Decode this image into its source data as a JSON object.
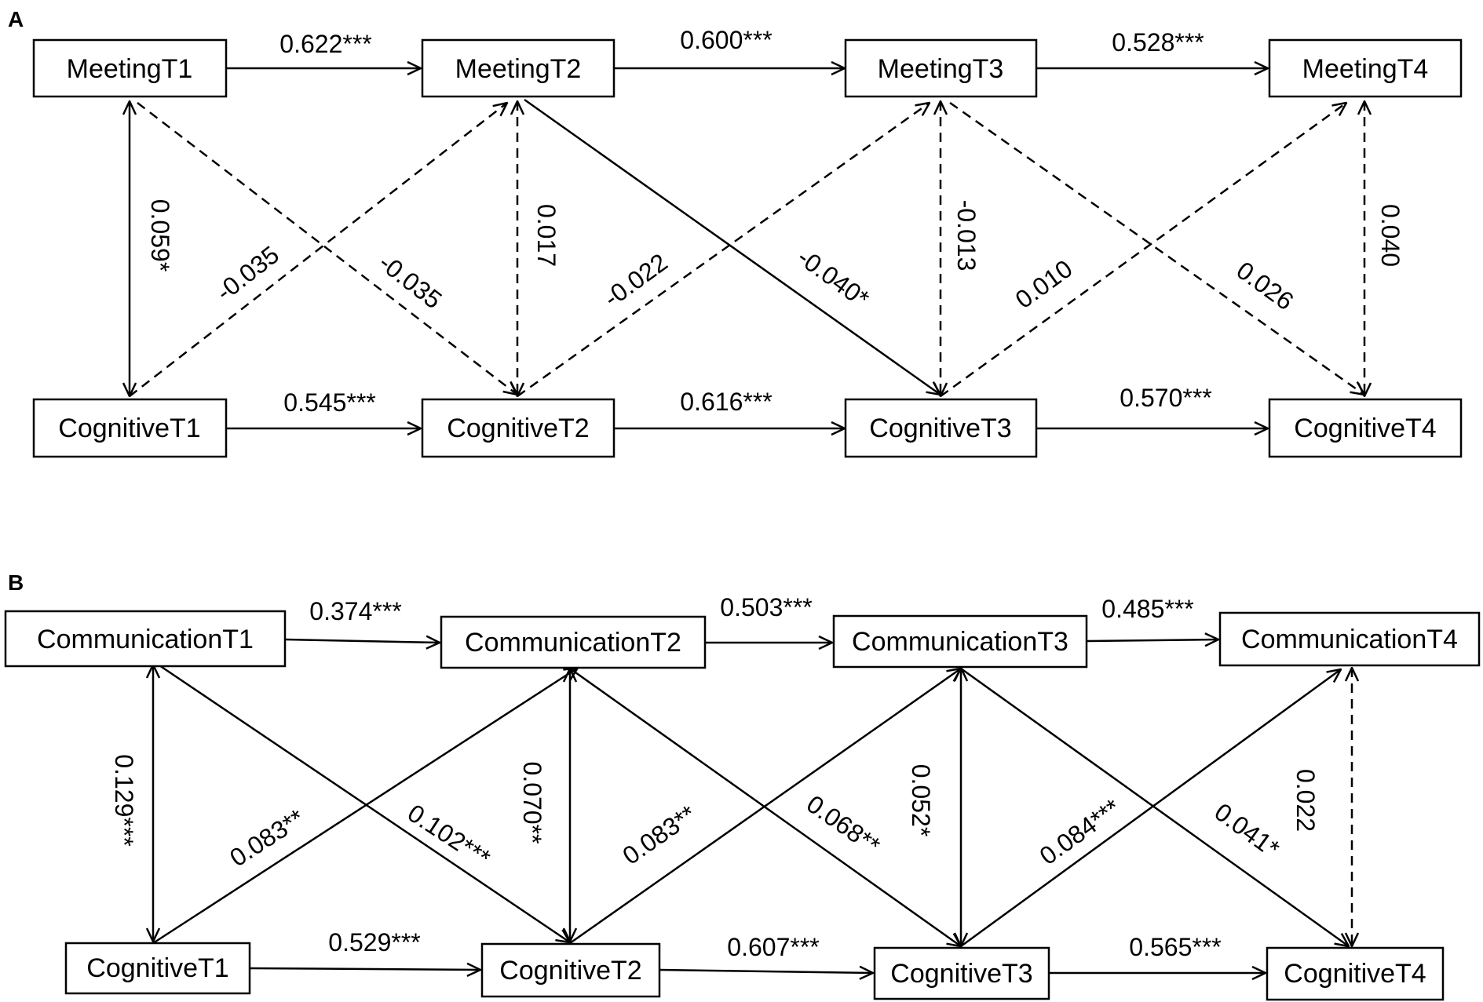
{
  "panels": {
    "a": {
      "label": "A",
      "nodes": {
        "m1": "MeetingT1",
        "m2": "MeetingT2",
        "m3": "MeetingT3",
        "m4": "MeetingT4",
        "c1": "CognitiveT1",
        "c2": "CognitiveT2",
        "c3": "CognitiveT3",
        "c4": "CognitiveT4"
      },
      "coefficients": {
        "m1_m2": "0.622***",
        "m2_m3": "0.600***",
        "m3_m4": "0.528***",
        "c1_c2": "0.545***",
        "c2_c3": "0.616***",
        "c3_c4": "0.570***",
        "m1_c1": "0.059*",
        "m2_c2": "0.017",
        "m3_c3": "-0.013",
        "m4_c4": "0.040",
        "c1_m2": "-0.035",
        "m1_c2": "-0.035",
        "c2_m3": "-0.022",
        "m2_c3": "-0.040*",
        "c3_m4": "0.010",
        "m3_c4": "0.026"
      }
    },
    "b": {
      "label": "B",
      "nodes": {
        "m1": "CommunicationT1",
        "m2": "CommunicationT2",
        "m3": "CommunicationT3",
        "m4": "CommunicationT4",
        "c1": "CognitiveT1",
        "c2": "CognitiveT2",
        "c3": "CognitiveT3",
        "c4": "CognitiveT4"
      },
      "coefficients": {
        "m1_m2": "0.374***",
        "m2_m3": "0.503***",
        "m3_m4": "0.485***",
        "c1_c2": "0.529***",
        "c2_c3": "0.607***",
        "c3_c4": "0.565***",
        "m1_c1": "0.129***",
        "m2_c2": "0.070**",
        "m3_c3": "0.052*",
        "m4_c4": "0.022",
        "c1_m2": "0.083**",
        "m1_c2": "0.102***",
        "c2_m3": "0.083**",
        "m2_c3": "0.068**",
        "c3_m4": "0.084***",
        "m3_c4": "0.041*"
      }
    }
  }
}
